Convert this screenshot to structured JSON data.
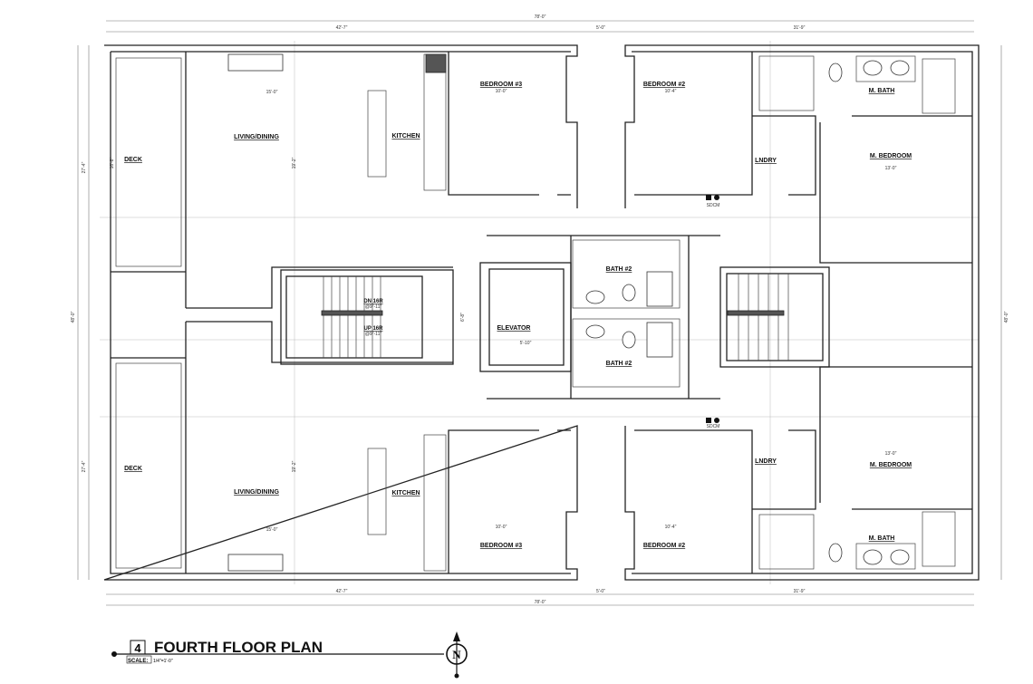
{
  "title": {
    "number": "4",
    "text": "FOURTH FLOOR PLAN",
    "scale_label": "SCALE:",
    "scale_value": "1/4\"=1'-0\"",
    "north_label": "N"
  },
  "dimensions": {
    "overall_width": "78'-0\"",
    "left_width": "42'-7\"",
    "gap_width": "5'-0\"",
    "right_width": "31'-9\"",
    "overall_depth": "48'-0\"",
    "unit_depth": "27'-4\"",
    "deck_depth": "16'-8\"",
    "living_width": "15'-0\"",
    "living_depth": "19'-2\"",
    "bed3_width": "10'-0\"",
    "bed2_width": "10'-4\"",
    "mbed_width": "13'-0\"",
    "stair_depth": "6'-8\"",
    "elevator_width": "5'-10\""
  },
  "rooms": {
    "deck": "DECK",
    "living": "LIVING/DINING",
    "kitchen": "KITCHEN",
    "bedroom3": "BEDROOM #3",
    "bedroom2": "BEDROOM #2",
    "mbath": "M. BATH",
    "mbedroom": "M. BEDROOM",
    "laundry": "LNDRY",
    "bath2": "BATH #2",
    "elevator": "ELEVATOR",
    "stair_dn": "DN 16R",
    "stair_dn_riser": "@9\"-11\"",
    "stair_up": "UP 16R",
    "stair_up_riser": "@9\"-11\"",
    "sdcm": "SDCM"
  }
}
